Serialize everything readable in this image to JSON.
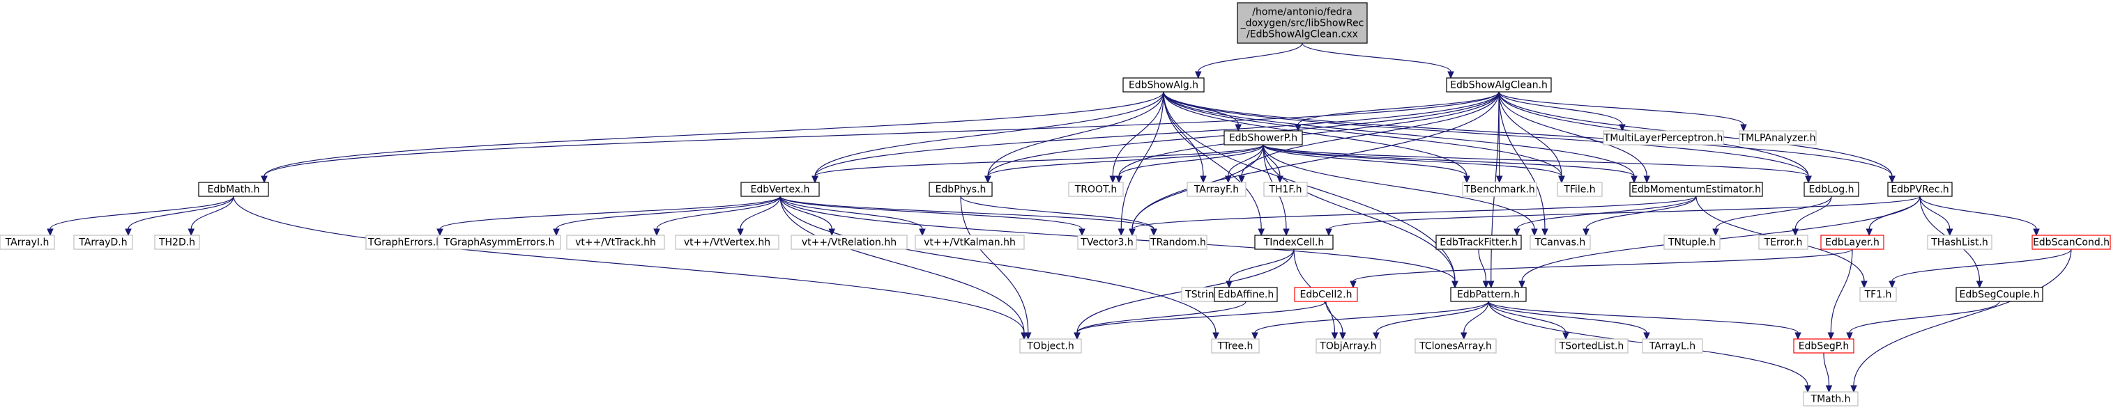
{
  "colors": {
    "edge": "#191970",
    "root_fill": "#bfbfbf",
    "root_border": "#000000",
    "documented_border": "#000000",
    "external_border": "#bfbfbf",
    "missing_border": "#ff0000",
    "external_text": "#7f7f7f",
    "text": "#000000"
  },
  "nodes": [
    {
      "id": "root",
      "kind": "root",
      "lines": [
        "/home/antonio/fedra",
        "_doxygen/src/libShowRec",
        "/EdbShowAlgClean.cxx"
      ]
    },
    {
      "id": "EdbShowAlg",
      "kind": "documented",
      "lines": [
        "EdbShowAlg.h"
      ]
    },
    {
      "id": "EdbShowAlgClean",
      "kind": "documented",
      "lines": [
        "EdbShowAlgClean.h"
      ]
    },
    {
      "id": "EdbShowerP",
      "kind": "documented",
      "lines": [
        "EdbShowerP.h"
      ]
    },
    {
      "id": "TMultiLayerPerceptron",
      "kind": "external",
      "lines": [
        "TMultiLayerPerceptron.h"
      ]
    },
    {
      "id": "TMLPAnalyzer",
      "kind": "external",
      "lines": [
        "TMLPAnalyzer.h"
      ]
    },
    {
      "id": "EdbMath",
      "kind": "documented",
      "lines": [
        "EdbMath.h"
      ]
    },
    {
      "id": "EdbVertex",
      "kind": "documented",
      "lines": [
        "EdbVertex.h"
      ]
    },
    {
      "id": "EdbPhys",
      "kind": "documented",
      "lines": [
        "EdbPhys.h"
      ]
    },
    {
      "id": "TROOT",
      "kind": "external",
      "lines": [
        "TROOT.h"
      ]
    },
    {
      "id": "TArrayF",
      "kind": "external",
      "lines": [
        "TArrayF.h"
      ]
    },
    {
      "id": "TH1F",
      "kind": "external",
      "lines": [
        "TH1F.h"
      ]
    },
    {
      "id": "TBenchmark",
      "kind": "external",
      "lines": [
        "TBenchmark.h"
      ]
    },
    {
      "id": "TFile",
      "kind": "external",
      "lines": [
        "TFile.h"
      ]
    },
    {
      "id": "EdbMomentumEstimator",
      "kind": "documented",
      "lines": [
        "EdbMomentumEstimator.h"
      ]
    },
    {
      "id": "EdbLog",
      "kind": "documented",
      "lines": [
        "EdbLog.h"
      ]
    },
    {
      "id": "EdbPVRec",
      "kind": "documented",
      "lines": [
        "EdbPVRec.h"
      ]
    },
    {
      "id": "TArrayI",
      "kind": "external",
      "lines": [
        "TArrayI.h"
      ]
    },
    {
      "id": "TArrayD",
      "kind": "external",
      "lines": [
        "TArrayD.h"
      ]
    },
    {
      "id": "TH2D",
      "kind": "external",
      "lines": [
        "TH2D.h"
      ]
    },
    {
      "id": "TGraphErrors",
      "kind": "external",
      "lines": [
        "TGraphErrors.h"
      ]
    },
    {
      "id": "TGraphAsymmErrors",
      "kind": "external",
      "lines": [
        "TGraphAsymmErrors.h"
      ]
    },
    {
      "id": "VtTrack",
      "kind": "external",
      "lines": [
        "vt++/VtTrack.hh"
      ]
    },
    {
      "id": "VtVertex",
      "kind": "external",
      "lines": [
        "vt++/VtVertex.hh"
      ]
    },
    {
      "id": "VtRelation",
      "kind": "external",
      "lines": [
        "vt++/VtRelation.hh"
      ]
    },
    {
      "id": "VtKalman",
      "kind": "external",
      "lines": [
        "vt++/VtKalman.hh"
      ]
    },
    {
      "id": "TVector3",
      "kind": "external",
      "lines": [
        "TVector3.h"
      ]
    },
    {
      "id": "TRandom",
      "kind": "external",
      "lines": [
        "TRandom.h"
      ]
    },
    {
      "id": "TIndexCell",
      "kind": "documented",
      "lines": [
        "TIndexCell.h"
      ]
    },
    {
      "id": "TCanvas",
      "kind": "external",
      "lines": [
        "TCanvas.h"
      ]
    },
    {
      "id": "EdbTrackFitter",
      "kind": "documented",
      "lines": [
        "EdbTrackFitter.h"
      ]
    },
    {
      "id": "TNtuple",
      "kind": "external",
      "lines": [
        "TNtuple.h"
      ]
    },
    {
      "id": "TError",
      "kind": "external",
      "lines": [
        "TError.h"
      ]
    },
    {
      "id": "EdbLayer",
      "kind": "missing",
      "lines": [
        "EdbLayer.h"
      ]
    },
    {
      "id": "THashList",
      "kind": "external",
      "lines": [
        "THashList.h"
      ]
    },
    {
      "id": "EdbScanCond",
      "kind": "missing",
      "lines": [
        "EdbScanCond.h"
      ]
    },
    {
      "id": "TString",
      "kind": "external",
      "lines": [
        "TString.h"
      ]
    },
    {
      "id": "EdbAffine",
      "kind": "documented",
      "lines": [
        "EdbAffine.h"
      ]
    },
    {
      "id": "EdbCell2",
      "kind": "missing",
      "lines": [
        "EdbCell2.h"
      ]
    },
    {
      "id": "EdbPattern",
      "kind": "documented",
      "lines": [
        "EdbPattern.h"
      ]
    },
    {
      "id": "TF1",
      "kind": "external",
      "lines": [
        "TF1.h"
      ]
    },
    {
      "id": "EdbSegCouple",
      "kind": "documented",
      "lines": [
        "EdbSegCouple.h"
      ]
    },
    {
      "id": "TObject",
      "kind": "external",
      "lines": [
        "TObject.h"
      ]
    },
    {
      "id": "TTree",
      "kind": "external",
      "lines": [
        "TTree.h"
      ]
    },
    {
      "id": "TObjArray",
      "kind": "external",
      "lines": [
        "TObjArray.h"
      ]
    },
    {
      "id": "TClonesArray",
      "kind": "external",
      "lines": [
        "TClonesArray.h"
      ]
    },
    {
      "id": "TSortedList",
      "kind": "external",
      "lines": [
        "TSortedList.h"
      ]
    },
    {
      "id": "TArrayL",
      "kind": "external",
      "lines": [
        "TArrayL.h"
      ]
    },
    {
      "id": "EdbSegP",
      "kind": "missing",
      "lines": [
        "EdbSegP.h"
      ]
    },
    {
      "id": "TMath",
      "kind": "external",
      "lines": [
        "TMath.h"
      ]
    }
  ],
  "edges": [
    [
      "root",
      "EdbShowAlg"
    ],
    [
      "root",
      "EdbShowAlgClean"
    ],
    [
      "EdbShowAlg",
      "EdbShowerP"
    ],
    [
      "EdbShowAlg",
      "EdbMath"
    ],
    [
      "EdbShowAlg",
      "EdbVertex"
    ],
    [
      "EdbShowAlg",
      "EdbPhys"
    ],
    [
      "EdbShowAlg",
      "TROOT"
    ],
    [
      "EdbShowAlg",
      "TArrayF"
    ],
    [
      "EdbShowAlg",
      "TBenchmark"
    ],
    [
      "EdbShowAlg",
      "TFile"
    ],
    [
      "EdbShowAlg",
      "EdbMomentumEstimator"
    ],
    [
      "EdbShowAlg",
      "EdbLog"
    ],
    [
      "EdbShowAlg",
      "EdbPVRec"
    ],
    [
      "EdbShowAlg",
      "TVector3"
    ],
    [
      "EdbShowAlg",
      "TIndexCell"
    ],
    [
      "EdbShowAlg",
      "EdbPattern"
    ],
    [
      "EdbShowAlgClean",
      "EdbShowerP"
    ],
    [
      "EdbShowAlgClean",
      "TMultiLayerPerceptron"
    ],
    [
      "EdbShowAlgClean",
      "TMLPAnalyzer"
    ],
    [
      "EdbShowAlgClean",
      "EdbMath"
    ],
    [
      "EdbShowAlgClean",
      "EdbVertex"
    ],
    [
      "EdbShowAlgClean",
      "EdbPhys"
    ],
    [
      "EdbShowAlgClean",
      "TROOT"
    ],
    [
      "EdbShowAlgClean",
      "TArrayF"
    ],
    [
      "EdbShowAlgClean",
      "TBenchmark"
    ],
    [
      "EdbShowAlgClean",
      "TFile"
    ],
    [
      "EdbShowAlgClean",
      "EdbMomentumEstimator"
    ],
    [
      "EdbShowAlgClean",
      "EdbLog"
    ],
    [
      "EdbShowAlgClean",
      "EdbPVRec"
    ],
    [
      "EdbShowAlgClean",
      "TVector3"
    ],
    [
      "EdbShowAlgClean",
      "TCanvas"
    ],
    [
      "EdbShowAlgClean",
      "EdbPattern"
    ],
    [
      "EdbShowerP",
      "EdbVertex"
    ],
    [
      "EdbShowerP",
      "EdbPhys"
    ],
    [
      "EdbShowerP",
      "TROOT"
    ],
    [
      "EdbShowerP",
      "TArrayF"
    ],
    [
      "EdbShowerP",
      "TH1F"
    ],
    [
      "EdbShowerP",
      "TBenchmark"
    ],
    [
      "EdbShowerP",
      "TFile"
    ],
    [
      "EdbShowerP",
      "EdbMomentumEstimator"
    ],
    [
      "EdbShowerP",
      "EdbLog"
    ],
    [
      "EdbShowerP",
      "TVector3"
    ],
    [
      "EdbShowerP",
      "TIndexCell"
    ],
    [
      "EdbShowerP",
      "TCanvas"
    ],
    [
      "EdbShowerP",
      "EdbPattern"
    ],
    [
      "EdbMath",
      "TArrayI"
    ],
    [
      "EdbMath",
      "TArrayD"
    ],
    [
      "EdbMath",
      "TH2D"
    ],
    [
      "EdbMath",
      "TObject"
    ],
    [
      "EdbVertex",
      "TGraphErrors"
    ],
    [
      "EdbVertex",
      "TGraphAsymmErrors"
    ],
    [
      "EdbVertex",
      "VtTrack"
    ],
    [
      "EdbVertex",
      "VtVertex"
    ],
    [
      "EdbVertex",
      "VtRelation"
    ],
    [
      "EdbVertex",
      "VtKalman"
    ],
    [
      "EdbVertex",
      "TVector3"
    ],
    [
      "EdbVertex",
      "TRandom"
    ],
    [
      "EdbVertex",
      "EdbPattern"
    ],
    [
      "EdbVertex",
      "TObject"
    ],
    [
      "EdbVertex",
      "TTree"
    ],
    [
      "EdbPhys",
      "TRandom"
    ],
    [
      "EdbPhys",
      "TObject"
    ],
    [
      "EdbMomentumEstimator",
      "EdbTrackFitter"
    ],
    [
      "EdbMomentumEstimator",
      "TCanvas"
    ],
    [
      "EdbMomentumEstimator",
      "TF1"
    ],
    [
      "EdbMomentumEstimator",
      "TVector3"
    ],
    [
      "EdbLog",
      "TError"
    ],
    [
      "EdbLog",
      "TNtuple"
    ],
    [
      "EdbPVRec",
      "TIndexCell"
    ],
    [
      "EdbPVRec",
      "EdbLayer"
    ],
    [
      "EdbPVRec",
      "THashList"
    ],
    [
      "EdbPVRec",
      "EdbScanCond"
    ],
    [
      "EdbPVRec",
      "EdbPattern"
    ],
    [
      "EdbPVRec",
      "EdbSegCouple"
    ],
    [
      "TIndexCell",
      "TObject"
    ],
    [
      "TIndexCell",
      "TString"
    ],
    [
      "TIndexCell",
      "TObjArray"
    ],
    [
      "EdbTrackFitter",
      "EdbPattern"
    ],
    [
      "EdbLayer",
      "EdbCell2"
    ],
    [
      "EdbLayer",
      "EdbSegP"
    ],
    [
      "EdbScanCond",
      "TF1"
    ],
    [
      "EdbScanCond",
      "TMath"
    ],
    [
      "EdbAffine",
      "TObject"
    ],
    [
      "EdbCell2",
      "TObject"
    ],
    [
      "EdbCell2",
      "TObjArray"
    ],
    [
      "EdbPattern",
      "TTree"
    ],
    [
      "EdbPattern",
      "TObjArray"
    ],
    [
      "EdbPattern",
      "TClonesArray"
    ],
    [
      "EdbPattern",
      "TSortedList"
    ],
    [
      "EdbPattern",
      "TArrayL"
    ],
    [
      "EdbPattern",
      "EdbSegP"
    ],
    [
      "EdbPattern",
      "TMath"
    ],
    [
      "EdbSegCouple",
      "EdbSegP"
    ],
    [
      "EdbSegP",
      "TMath"
    ]
  ]
}
